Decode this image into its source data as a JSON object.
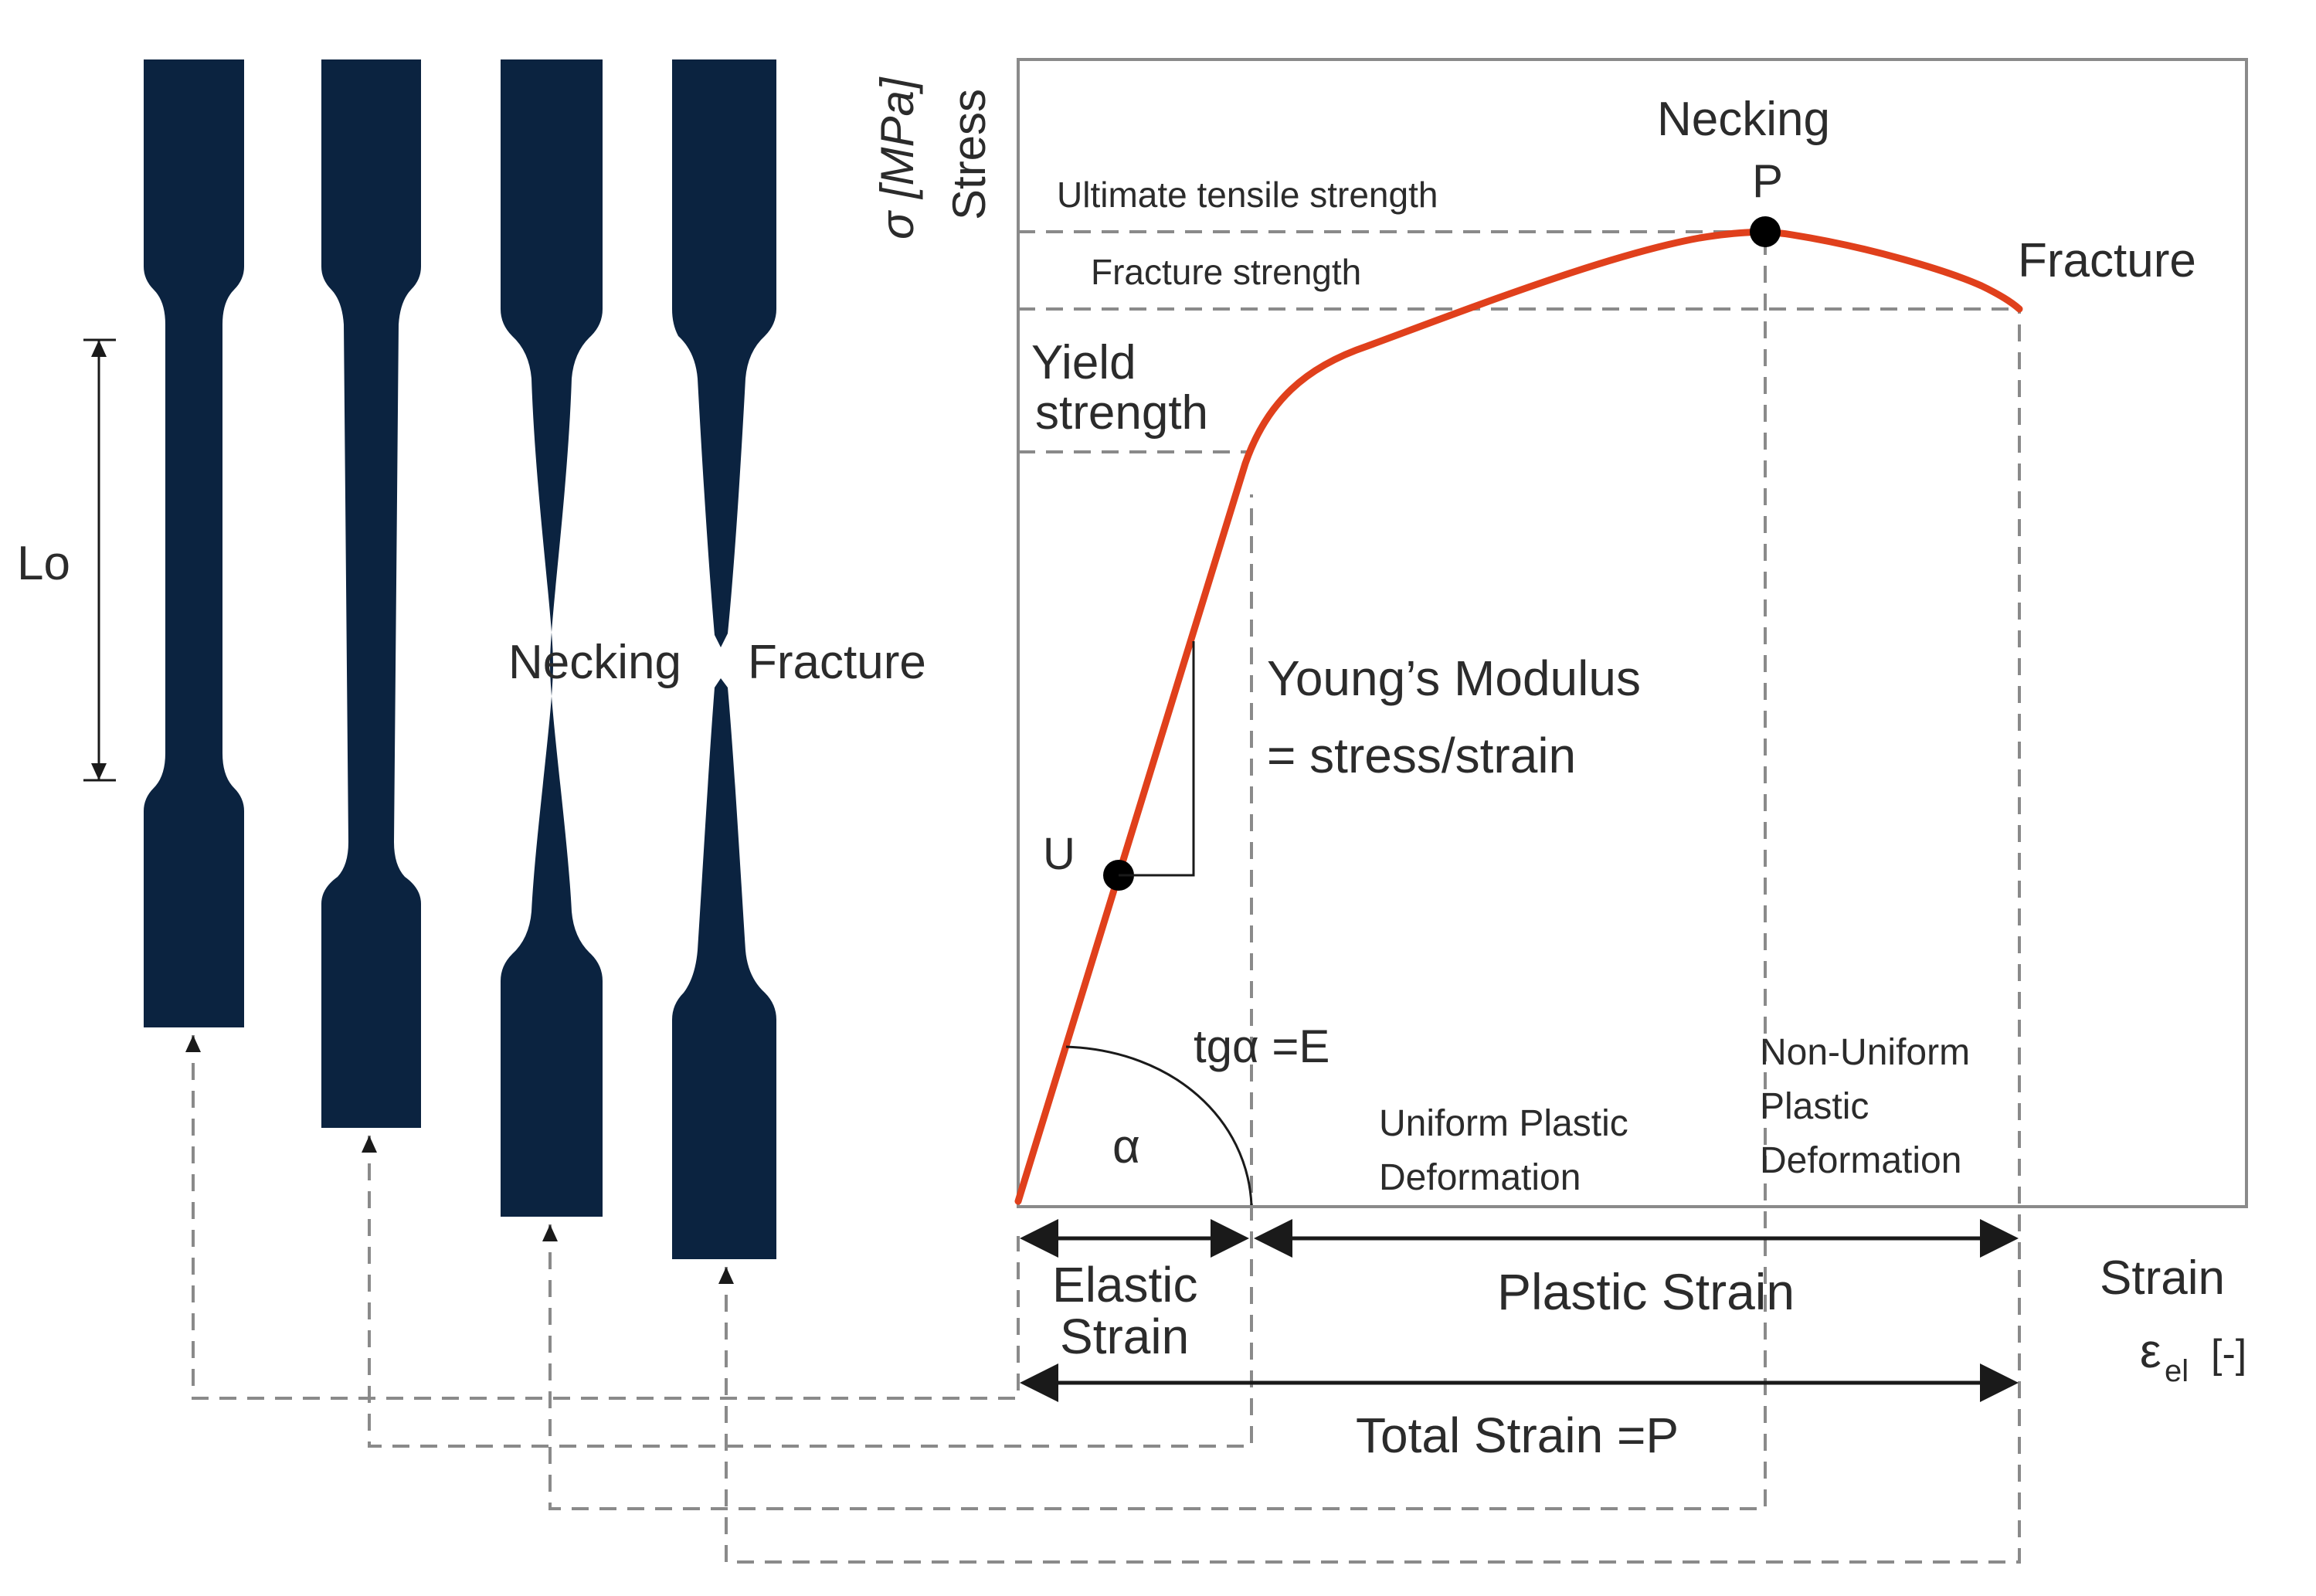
{
  "colors": {
    "specimen": "#0b2340",
    "curve": "#e0401c",
    "dashed": "#8a8a8a",
    "text": "#2b2b2b"
  },
  "labels": {
    "lo": "Lo",
    "necking_specimen": "Necking",
    "fracture_specimen": "Fracture",
    "axis_sigma": "σ [MPa]",
    "axis_stress": "Stress",
    "ultimate": "Ultimate tensile strength",
    "fracture_strength": "Fracture strength",
    "yield_line1": "Yield",
    "yield_line2": "strength",
    "necking_top": "Necking",
    "point_p": "P",
    "fracture_curve": "Fracture",
    "youngs_line1": "Young’s Modulus",
    "youngs_line2": "= stress/strain",
    "point_u": "U",
    "tga": "tgα =E",
    "alpha": "α",
    "uniform_line1": "Uniform Plastic",
    "uniform_line2": "Deformation",
    "nonuniform_line1": "Non-Uniform",
    "nonuniform_line2": "Plastic",
    "nonuniform_line3": "Deformation",
    "elastic_line1": "Elastic",
    "elastic_line2": "Strain",
    "plastic_strain": "Plastic Strain",
    "axis_strain": "Strain",
    "axis_eps": "ε",
    "axis_eps_sub": "el",
    "axis_eps_unit": "[-]",
    "total_strain": "Total Strain =P"
  }
}
